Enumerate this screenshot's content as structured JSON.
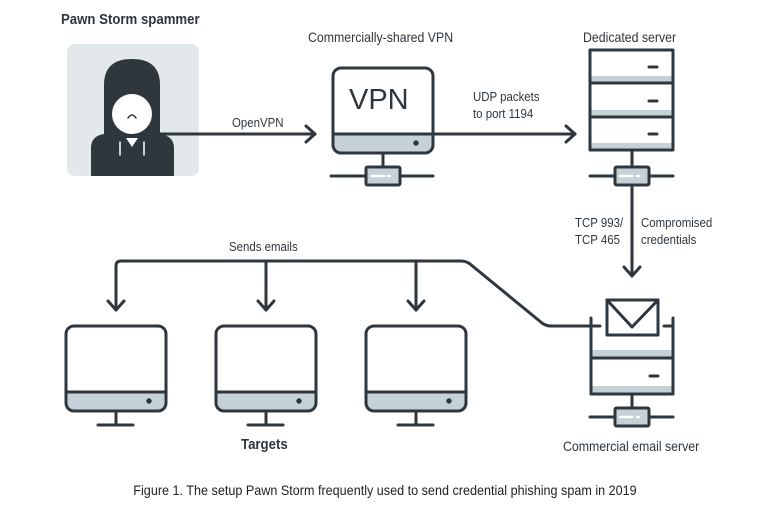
{
  "colors": {
    "stroke": "#2f373e",
    "fill_light": "#c5d1d7",
    "avatar_bg": "#e3e8ea",
    "background": "#ffffff"
  },
  "nodes": {
    "spammer": {
      "label": "Pawn Storm spammer",
      "icon": "hooded-person-icon"
    },
    "vpn": {
      "label": "Commercially-shared VPN",
      "screen_text": "VPN",
      "icon": "monitor-icon"
    },
    "dedicated_server": {
      "label": "Dedicated server",
      "icon": "server-rack-icon"
    },
    "email_server": {
      "label": "Commercial email server",
      "icon": "email-server-icon"
    },
    "targets": {
      "label": "Targets",
      "count": 3,
      "icon": "monitor-icon"
    }
  },
  "edges": {
    "spammer_to_vpn": "OpenVPN",
    "vpn_to_server": [
      "UDP packets",
      "to port 1194"
    ],
    "server_to_email_left": [
      "TCP 993/",
      "TCP 465"
    ],
    "server_to_email_right": [
      "Compromised",
      "credentials"
    ],
    "email_to_targets": "Sends emails"
  },
  "caption": "Figure 1. The setup Pawn Storm frequently used to send credential phishing spam in 2019"
}
